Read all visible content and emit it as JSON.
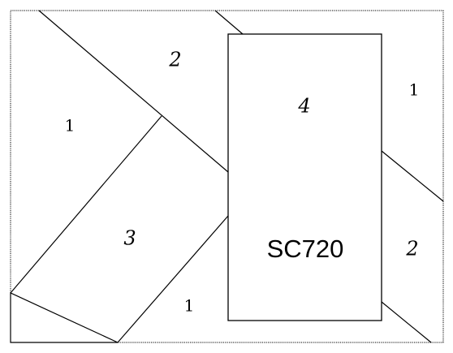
{
  "diagram": {
    "pattern_code": "SC720",
    "piece_labels": {
      "top_middle": "2",
      "left": "1",
      "center": "4",
      "top_right": "1",
      "diagonal_band": "3",
      "bottom_right": "2",
      "bottom_middle": "1"
    },
    "colors": {
      "line": "#000000",
      "background": "#ffffff"
    }
  }
}
